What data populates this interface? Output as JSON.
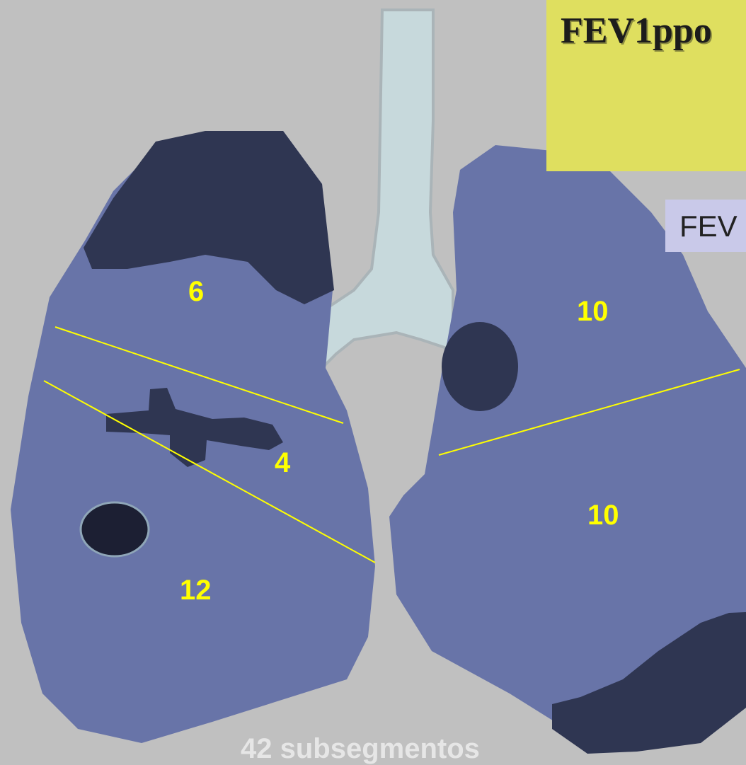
{
  "title": "FEV1ppo",
  "subtitle_box": "FEV",
  "segments": {
    "right_upper": "6",
    "right_middle": "4",
    "right_lower": "12",
    "left_upper": "10",
    "left_lower": "10"
  },
  "footer": "42 subsegmentos",
  "colors": {
    "background": "#c0c0c0",
    "lung": "#6874a8",
    "dark_region": "#2f3652",
    "trachea": "#c7d9dc",
    "title_box": "#dfdf5f",
    "label": "#ffff00",
    "fissure_line": "#ffff00"
  }
}
